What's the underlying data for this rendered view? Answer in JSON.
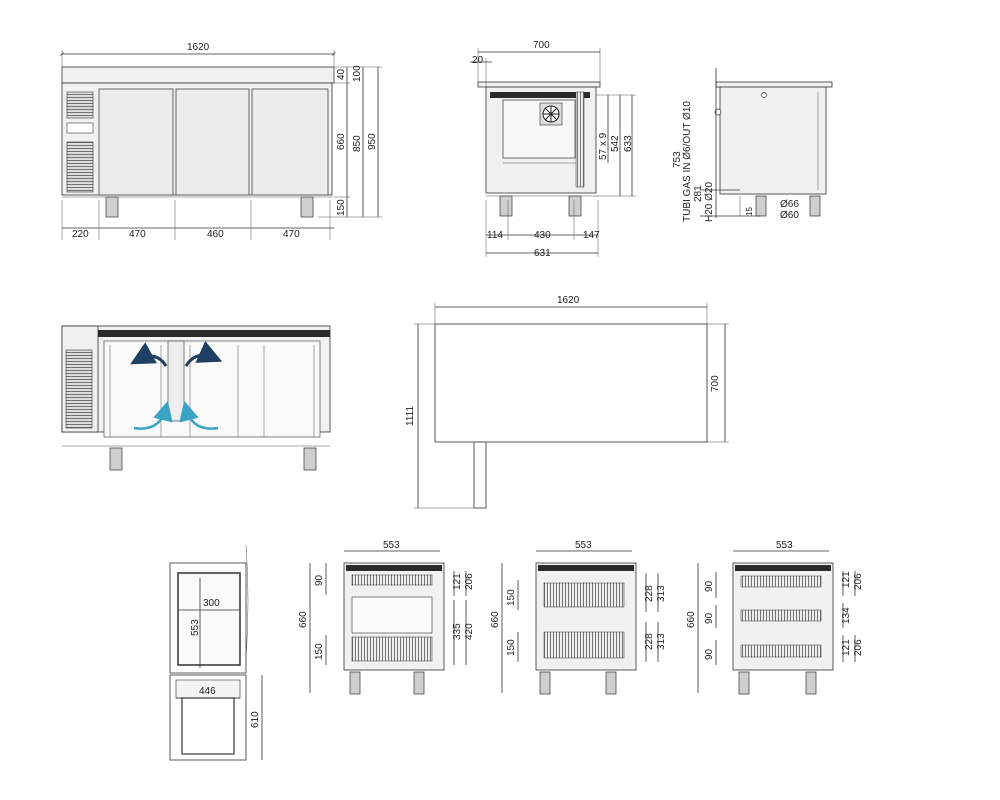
{
  "front": {
    "width": "1620",
    "h_top": "40",
    "h_top2": "100",
    "h_cab": "660",
    "h_850": "850",
    "h_950": "950",
    "h_legs": "150",
    "b_220": "220",
    "b_470a": "470",
    "b_460": "460",
    "b_470b": "470"
  },
  "side": {
    "width": "700",
    "overhang": "20",
    "d_114": "114",
    "d_430": "430",
    "d_147": "147",
    "d_631": "631",
    "v_57x9": "57 x 9",
    "v_542": "542",
    "v_633": "633"
  },
  "profile": {
    "v_753": "753",
    "pipe_gas": "TUBI GAS IN Ø6/OUT Ø10",
    "v_281": "281",
    "pipe_h2o": "H20 Ø20",
    "v_15": "15",
    "d_66": "Ø66",
    "d_60": "Ø60"
  },
  "plan": {
    "width": "1620",
    "depth": "700",
    "total": "1111"
  },
  "shelf": {
    "w_300": "300",
    "h_553": "553",
    "w_446": "446",
    "h_610": "610"
  },
  "drawer1": {
    "width": "553",
    "total": "660",
    "v_90": "90",
    "v_150": "150",
    "v_121": "121",
    "v_206": "206",
    "v_335": "335",
    "v_420": "420"
  },
  "drawer2": {
    "width": "553",
    "total": "660",
    "v_150a": "150",
    "v_150b": "150",
    "v_228a": "228",
    "v_313a": "313",
    "v_228b": "228",
    "v_313b": "313"
  },
  "drawer3": {
    "width": "553",
    "total": "660",
    "v_90a": "90",
    "v_90b": "90",
    "v_90c": "90",
    "v_121a": "121",
    "v_206a": "206",
    "v_134": "134",
    "v_121b": "121",
    "v_206b": "206"
  },
  "colors": {
    "airflow": "#1f3f63",
    "airflow2": "#3aa3c3"
  },
  "icons": [
    "arrow-icon",
    "fan-icon",
    "vent-grille-icon"
  ]
}
